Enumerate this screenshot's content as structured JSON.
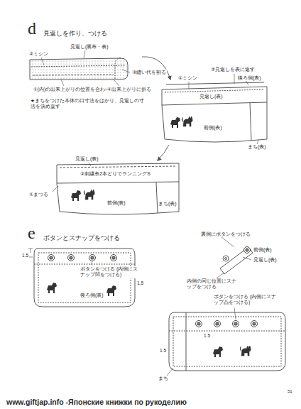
{
  "diagram": {
    "labels": [
      "d",
      "見返しを作り、つける",
      "見返し(裏布・表)",
      "②ミシン",
      "③縫い代を割る",
      "①(内)の出来上がりの位置を合わせる",
      "④出来上がりに折る",
      "★まちをつけた本体の口寸法をはかり、見返しの寸法を決め直す",
      "②見返しを表に返す",
      "①ミシン",
      "後ろ側(表)",
      "見返し(表)",
      "前側(表)",
      "まち(表)",
      "見返し(表)",
      "②刺繍糸2本どりでランニングS",
      "①まつる",
      "前側(表)",
      "まち(表)",
      "e",
      "ボタンとスナップをつける",
      "1.5",
      "ボタンをつける (内側にスナップ凹をつける)",
      "1.5",
      "後ろ側(表)",
      "裏側にボタンをつける",
      "前側(表)",
      "見返し(表)",
      "内側の同じ位置にスナップをつける",
      "ボタンをつける (内側にスナップ凸をつける)",
      "1.5",
      "1.5",
      "まち",
      "51",
      "www.giftjap.info -Японские книжки по рукоделию"
    ]
  }
}
